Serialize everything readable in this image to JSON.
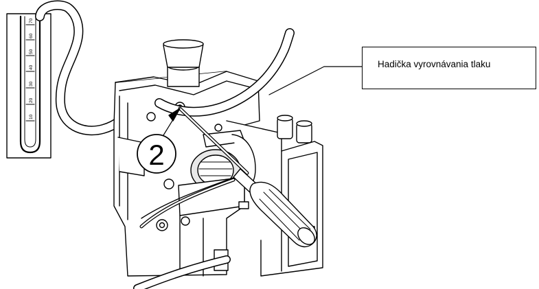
{
  "callout": {
    "label": "Hadička vyrovnávania tlaku"
  },
  "step_marker": "2",
  "manometer": {
    "scale_labels": [
      "70",
      "60",
      "50",
      "40",
      "30",
      "20",
      "10"
    ]
  },
  "colors": {
    "line": "#000000",
    "fill": "#ffffff",
    "shade": "#d9d9d9"
  }
}
